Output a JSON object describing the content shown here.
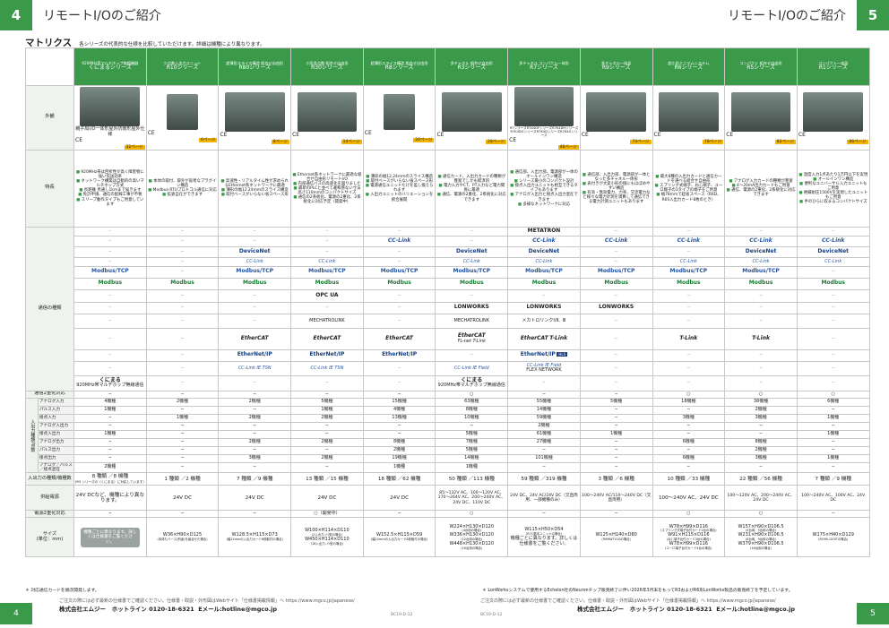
{
  "header": {
    "left_page": "4",
    "left_title": "リモートI/Oのご紹介",
    "right_title": "リモートI/Oのご紹介",
    "right_page": "5"
  },
  "section": {
    "title": "マトリクス",
    "subtitle": "各シリーズの代表的な仕様を比較していただけます。詳細は機種により異なります。"
  },
  "series": [
    {
      "line1": "920MHz帯マルチホップ無線機器",
      "line2": "くにまるシリーズ",
      "page": "32ページ"
    },
    {
      "line1": "少点数入出力ユニット",
      "line2": "R10シリーズ",
      "page": "6ページ"
    },
    {
      "line1": "超薄形スライス構造 組合せ自由形",
      "line2": "R80シリーズ",
      "page": "8ページ"
    },
    {
      "line1": "小形多点数 組合せ自由形",
      "line2": "R30シリーズ",
      "page": "14ページ"
    },
    {
      "line1": "超薄形スライス構造 組合せ自由形",
      "line2": "R8シリーズ",
      "page": "20ページ"
    },
    {
      "line1": "多チャネル 組合せ自由形",
      "line2": "R3シリーズ",
      "page": "28ページ"
    },
    {
      "line1": "多チャネル コンパクト一体形",
      "line2": "R7シリーズ",
      "page": "46ページ"
    },
    {
      "line1": "多チャネル一体形",
      "line2": "R9シリーズ",
      "page": "74ページ"
    },
    {
      "line1": "超小形ミニマムシステム",
      "line2": "R6シリーズ",
      "page": "78ページ"
    },
    {
      "line1": "コンパクト 組合せ自由形",
      "line2": "R5シリーズ",
      "page": "82ページ"
    },
    {
      "line1": "コンパクト一体形",
      "line2": "R1シリーズ",
      "page": "86ページ"
    }
  ],
  "row_labels": {
    "appearance": "外観",
    "features": "特長",
    "comm": "通信の種類",
    "dual": "通信2重化対応",
    "io_group": "入出力種類/点数",
    "models": "入出力の種類/機種数",
    "power": "供給電源",
    "power_dual": "電源2重化対応",
    "size": "サイズ",
    "size_unit": "(単位：mm)"
  },
  "io_rows": [
    "アナログ入力",
    "パルス入力",
    "接点入力",
    "アナログ入出力",
    "接点入出力",
    "アナログ出力",
    "パルス出力",
    "接点出力",
    "アナログ／パルス／接点混在"
  ],
  "kunimaru_img_labels": [
    "親子局",
    "I/O一体形",
    "屋外防雨形",
    "屋外仕様"
  ],
  "r7_img_labels": [
    "R7シリーズ",
    "R7K4DFシリーズ",
    "R7K4DHシリーズ",
    "R7K4DGシリーズ",
    "R7K4Dシリーズ",
    "R7K4Gシリーズ"
  ],
  "features": [
    [
      "920MHz帯は回折性が高く障害物に強い伝送効率",
      "ネットワーク構築は自動的の高いマルチホップ方式",
      "長距離 見通し1kmまで届きます",
      "免許申請、通信の配線工事が不要",
      "スリープ動作タイプもご用意しています"
    ],
    [
      "本体の取付、取外が容易なプラグイン構造",
      "Modbus-RTUプロトコル通信に対応",
      "拡張自在ができます"
    ],
    [
      "高速性・リアルタイム性が求められるEthernet系ネットワークに最適",
      "薄形の幅12.24mmのスライス構造",
      "取付ベースがいらない省スペース形"
    ],
    [
      "Ethernet系ネットワークに最適な組合せ自由形リモートI/O",
      "内部通信バスの高速化を図りました",
      "最新のPLCと並べて違和感ない寸法 高さ110mmのコンパクトサイズ",
      "通信の2系統化、電源の2重化、2系統化に対応予定（開発中）"
    ],
    [
      "薄形の幅12.24mmのスライス構造",
      "取付ベースがいらない省スペース形",
      "電源通信ユニットだけを差し換えられます",
      "入出力ユニットのバリエーションを統合展開"
    ],
    [
      "通信カード、入出力カードの種類が豊富でしかも経済的",
      "電力入力やCT、PT入力など電力関係に最適",
      "通信、電源の2重化、2系統化に対応できます"
    ],
    [
      "通信部、入出力部、電源部が一体のオールインワン構造",
      "シリーズ最小のコンパクト設計",
      "接点入出力ユニットも相互できるタイプもあります",
      "アナログ入出力と接点入出力混在できます",
      "多様なネットワークに対応"
    ],
    [
      "通信部、入出力部、電源部が一体となった多チャネル一体形",
      "表付きが大変小形の個にもほぼめやすい構造",
      "有効・無効電力、力率、交流電力など様々な電力計測を演算して通信できる電力計測ユニットもあります"
    ],
    [
      "最大8種の入出力カードと通信カードを選べる組合せ自由形",
      "スプリング式端子、ねじ端子、ユーロ端子の3タイプの端子をご用意",
      "幅78mmで超省スペース（R6D、R6S入出力カード8枚のとき）"
    ],
    [
      "アナログ入力カードの種類が豊富",
      "4〜20mA出力カードもご用意",
      "通信、電源の2重化、2系統化に対応できます"
    ],
    [
      "温度入力1点あたり1万円以下を実現",
      "オールインワン構造",
      "便利なユニバーサル入力ユニットもご用意",
      "絶縁耐圧1500Vを実現したユニットもご用意",
      "手のひらに収まるコンパクトサイズ"
    ]
  ],
  "comm": {
    "metatron": "METATRON",
    "cclink": "CC-Link",
    "devicenet": "DeviceNet",
    "cclinkfb": "CC-Link",
    "modbustcp": "Modbus/TCP",
    "modbus": "Modbus",
    "opcua": "OPC UA",
    "lonworks": "LONWORKS",
    "mechatrolink": "MECHATROLINK",
    "mechatrolink_r7": "メカトロリンクⅠ/Ⅱ、Ⅲ",
    "ethercat": "EtherCAT",
    "flnet": "FL-net",
    "tlink": "T-Link",
    "ethernetip": "EtherNet/IP",
    "hls": "HLS",
    "cclinkietsn": "CC-Link IE TSN",
    "cclinkief": "CC-Link IE Field",
    "flexnetwork": "FLEX NETWORK",
    "kunimaru": "くにまる",
    "kunimaru_sub": "920MHz帯マルチホップ無線通信",
    "dash": "−"
  },
  "dual": [
    "−",
    "−",
    "−",
    "−",
    "−",
    "○",
    "−",
    "−",
    "○",
    "○",
    "○"
  ],
  "io": [
    [
      "4機種",
      "2機種",
      "2機種",
      "5機種",
      "15機種",
      "63機種",
      "55機種",
      "5機種",
      "18機種",
      "38機種",
      "6機種"
    ],
    [
      "1機種",
      "−",
      "−",
      "1機種",
      "4機種",
      "8機種",
      "14機種",
      "−",
      "−",
      "2機種",
      "−"
    ],
    [
      "−",
      "1機種",
      "2機種",
      "2機種",
      "13機種",
      "10機種",
      "59機種",
      "−",
      "3機種",
      "3機種",
      "1機種"
    ],
    [
      "−",
      "−",
      "−",
      "−",
      "−",
      "−",
      "2機種",
      "−",
      "−",
      "−",
      "−"
    ],
    [
      "1機種",
      "−",
      "−",
      "−",
      "−",
      "5機種",
      "61機種",
      "1機種",
      "−",
      "−",
      "1機種"
    ],
    [
      "−",
      "−",
      "2機種",
      "2機種",
      "8機種",
      "7機種",
      "27機種",
      "−",
      "6機種",
      "8機種",
      "−"
    ],
    [
      "−",
      "−",
      "−",
      "−",
      "2機種",
      "5機種",
      "−",
      "−",
      "−",
      "2機種",
      "−"
    ],
    [
      "−",
      "−",
      "3機種",
      "2機種",
      "19機種",
      "14機種",
      "101機種",
      "−",
      "6機種",
      "3機種",
      "1機種"
    ],
    [
      "2機種",
      "−",
      "−",
      "−",
      "1機種",
      "1機種",
      "−",
      "−",
      "−",
      "−",
      "−"
    ]
  ],
  "models": [
    {
      "main": "8 種類 ／8 機種",
      "sub": "(R3 シリーズの（くにまる）に対応しています）"
    },
    {
      "main": "1 種類 ／2 機種",
      "sub": ""
    },
    {
      "main": "7 種類 ／9 機種",
      "sub": ""
    },
    {
      "main": "13 種類 ／15 機種",
      "sub": ""
    },
    {
      "main": "18 種類 ／62 機種",
      "sub": ""
    },
    {
      "main": "50 種類 ／113 機種",
      "sub": ""
    },
    {
      "main": "59 種類 ／319 機種",
      "sub": ""
    },
    {
      "main": "3 種類 ／6 機種",
      "sub": ""
    },
    {
      "main": "10 種類 ／33 機種",
      "sub": ""
    },
    {
      "main": "22 種類 ／56 機種",
      "sub": ""
    },
    {
      "main": "7 種類 ／9 機種",
      "sub": ""
    }
  ],
  "power": [
    "24V DCなど、機種により異なります。",
    "24V DC",
    "24V DC",
    "24V DC",
    "24V DC",
    "85〜132V AC、100〜120V AC、170〜264V AC、200〜240V AC、24V DC、110V DC",
    "24V DC、24V AC/24V DC（交直両用、一部機種のみ）",
    "100〜240V AC/110〜240V DC（交直両用）",
    "100〜240V AC、24V DC",
    "100〜120V AC、200〜240V AC、24V DC",
    "100〜240V AC、100V AC、24V DC"
  ],
  "power_dual": [
    "−",
    "−",
    "−",
    "○（開発中）",
    "−",
    "○",
    "−",
    "−",
    "○",
    "○",
    "−"
  ],
  "size": [
    [
      "機種ごとに異なります。詳しくは仕様書をご覧ください。"
    ],
    [
      "W36×H90×D125",
      "(本体もベース(別途)を組合せた場合)"
    ],
    [
      "W128.5×H115×D73",
      "(幅12mmの入出力カード8枚取付の場合)"
    ],
    [
      "W100×H114×D110",
      "(2入出力-ドl型の場合)",
      "W450×H114×D110",
      "(16入出力-ドl型の場合)"
    ],
    [
      "W152.5×H115×D59",
      "(幅12mmの入出力カード8枚取付の場合)"
    ],
    [
      "W224×H130×D120",
      "(4台用の場合)",
      "W336×H130×D120",
      "(12台用の場合)",
      "W448×H130×D120",
      "(16台用の場合)"
    ],
    [
      "W115×H50×D54",
      "(R7C基本ユニットの場合)",
      "機種ごとに異なります。詳しくは仕様書をご覧ください。"
    ],
    [
      "W125×H140×D80",
      "(R9MWTU10の場合)"
    ],
    [
      "W78×H99×D116",
      "(スプリング式端子台付カード2台の場合)",
      "W91×H115×D116",
      "(ねじ端子台付カード3台の場合)",
      "W78×H99×D116",
      "(ユーロ端子台付カード4台の場合)"
    ],
    [
      "W157×H90×D106.5",
      "(4台用、5台用の場合)",
      "W231×H90×D106.5",
      "(8台用、9台用の場合)",
      "W379×H90×D106.5",
      "(16台用の場合)"
    ],
    [
      "W175×H40×D129",
      "(R1MS-GH3Tの場合)"
    ]
  ],
  "notes": {
    "left": "＊ 対応通信カードを順次開発します。",
    "right": "＊ LonWorksシステムで使用するEchelon社のNeuronチップ販売終了に伴い2026年3月末をもってR3およびR6形LonWorks製品の販売終了を予定しています。"
  },
  "footer": {
    "notice": "ご注文の際には必ず最新の仕様書でご確認ください。仕様書・取説・外形図はWebサイト「仕様書掲載情報」へ https://www.mgco.jp/japanese/",
    "company": "株式会社エムジー",
    "hotline_label": "ホットライン",
    "phone": "0120-18-6321",
    "email": "Eメール:hotline@mgco.jp",
    "code_left": "BC19-D-12",
    "code_right": "BC19-D-12",
    "page_left": "4",
    "page_right": "5"
  },
  "colors": {
    "accent": "#3a9a4a",
    "pref_tab": "#f3b400"
  }
}
